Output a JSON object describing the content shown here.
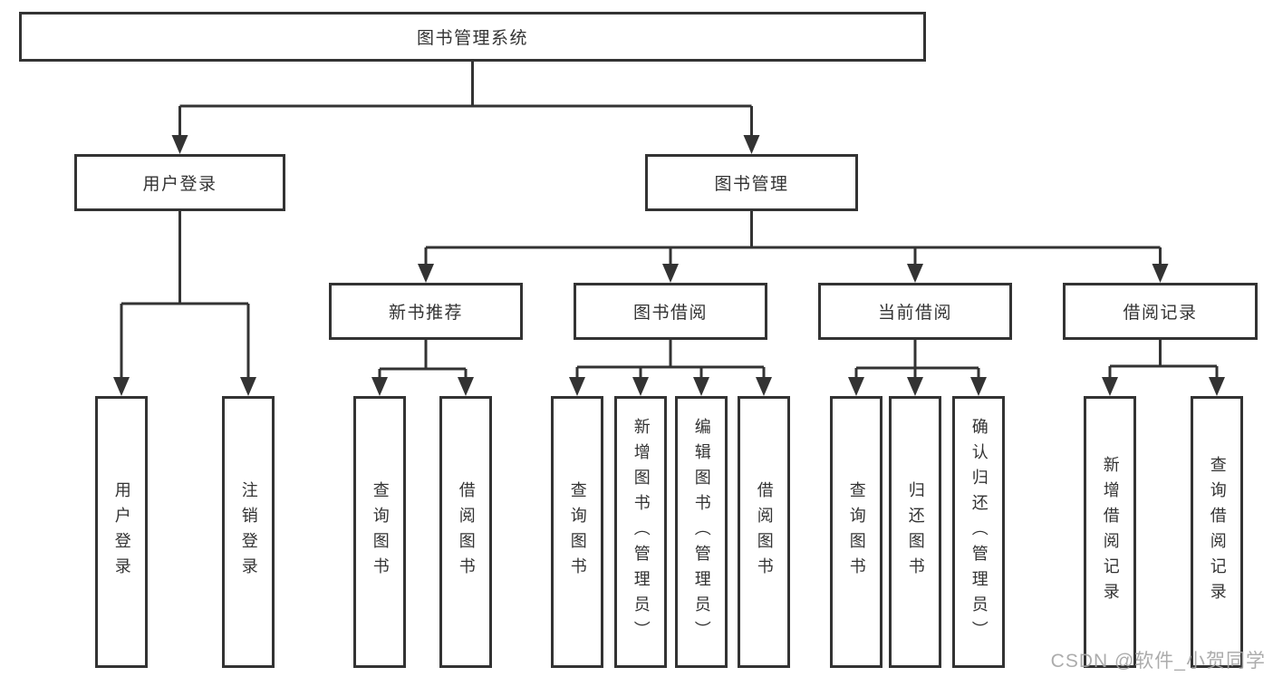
{
  "diagram": {
    "root": {
      "label": "图书管理系统"
    },
    "level2": [
      {
        "label": "用户登录"
      },
      {
        "label": "图书管理"
      }
    ],
    "user_login_children": [
      {
        "label": "用户登录"
      },
      {
        "label": "注销登录"
      }
    ],
    "book_management_groups": [
      {
        "label": "新书推荐",
        "children": [
          {
            "label": "查询图书"
          },
          {
            "label": "借阅图书"
          }
        ]
      },
      {
        "label": "图书借阅",
        "children": [
          {
            "label": "查询图书"
          },
          {
            "label": "新增图书（管理员）"
          },
          {
            "label": "编辑图书（管理员）"
          },
          {
            "label": "借阅图书"
          }
        ]
      },
      {
        "label": "当前借阅",
        "children": [
          {
            "label": "查询图书"
          },
          {
            "label": "归还图书"
          },
          {
            "label": "确认归还（管理员）"
          }
        ]
      },
      {
        "label": "借阅记录",
        "children": [
          {
            "label": "新增借阅记录"
          },
          {
            "label": "查询借阅记录"
          }
        ]
      }
    ]
  },
  "watermark": {
    "text": "CSDN @软件_小贺同学"
  },
  "colors": {
    "line": "#333333",
    "box_border": "#333333",
    "text": "#333333",
    "watermark": "#a5a5a5",
    "background": "#ffffff"
  }
}
